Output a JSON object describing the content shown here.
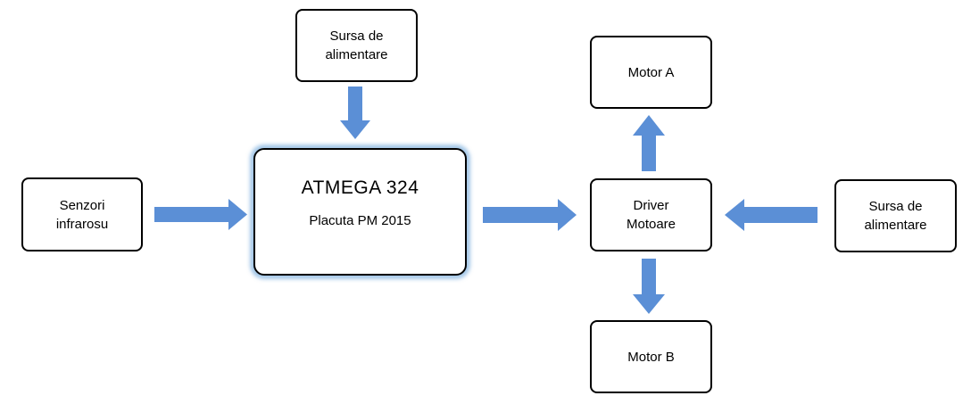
{
  "colors": {
    "arrow": "#5B8FD6",
    "box_border": "#000000",
    "glow": "#5B9BD5"
  },
  "nodes": {
    "power_top": {
      "line1": "Sursa de",
      "line2": "alimentare"
    },
    "sensors": {
      "line1": "Senzori",
      "line2": "infrarosu"
    },
    "mcu": {
      "title": "ATMEGA 324",
      "subtitle": "Placuta PM 2015"
    },
    "driver": {
      "line1": "Driver",
      "line2": "Motoare"
    },
    "power_right": {
      "line1": "Sursa de",
      "line2": "alimentare"
    },
    "motor_a": {
      "label": "Motor A"
    },
    "motor_b": {
      "label": "Motor B"
    }
  },
  "edges": [
    {
      "from": "power_top",
      "to": "mcu"
    },
    {
      "from": "sensors",
      "to": "mcu"
    },
    {
      "from": "mcu",
      "to": "driver"
    },
    {
      "from": "driver",
      "to": "motor_a"
    },
    {
      "from": "driver",
      "to": "motor_b"
    },
    {
      "from": "power_right",
      "to": "driver"
    }
  ]
}
